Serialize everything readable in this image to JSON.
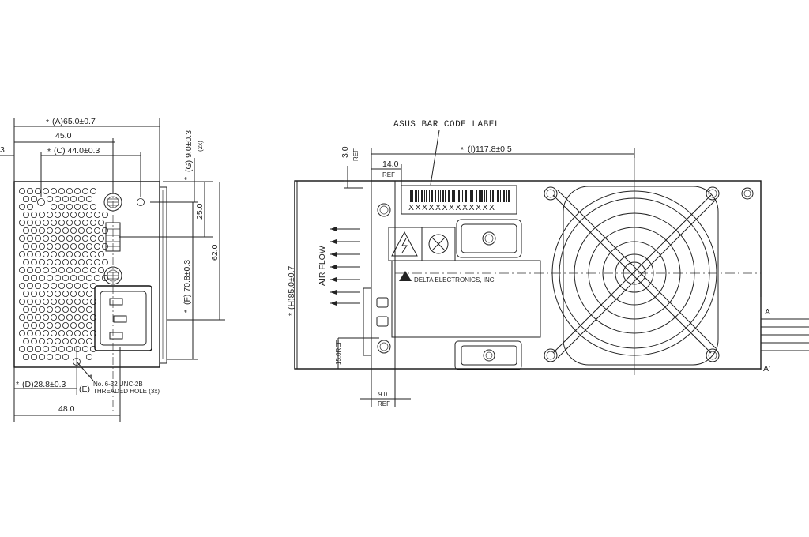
{
  "left_view": {
    "dim_a": "(A)65.0±0.7",
    "dim_45": "45.0",
    "dim_c": "(C) 44.0±0.3",
    "dim_g": "(G) 9.0±0.3",
    "dim_g_note": "(2x)",
    "dim_25": "25.0",
    "dim_62": "62.0",
    "dim_f": "(F) 70.8±0.3",
    "dim_d": "(D)28.8±0.3",
    "dim_48": "48.0",
    "dim_e": "(E)",
    "thread_note_1": "No. 6-32 UNC-2B",
    "thread_note_2": "THREADED HOLE (3x)",
    "cut_value": "3",
    "star": "*"
  },
  "right_view": {
    "barcode_title": "ASUS BAR CODE LABEL",
    "barcode_text": "XXXXXXXXXXXXX",
    "dim_i": "(I)117.8±0.5",
    "dim_h": "(H)85.0±0.7",
    "dim_3": "3.0",
    "dim_14": "14.0",
    "ref": "REF",
    "airflow": "AIR FLOW",
    "brand": "DELTA ELECTRONICS, INC.",
    "dim_15": "15.0REF",
    "dim_9": "9.0",
    "section_a": "A",
    "section_a2": "A'",
    "star": "*"
  }
}
